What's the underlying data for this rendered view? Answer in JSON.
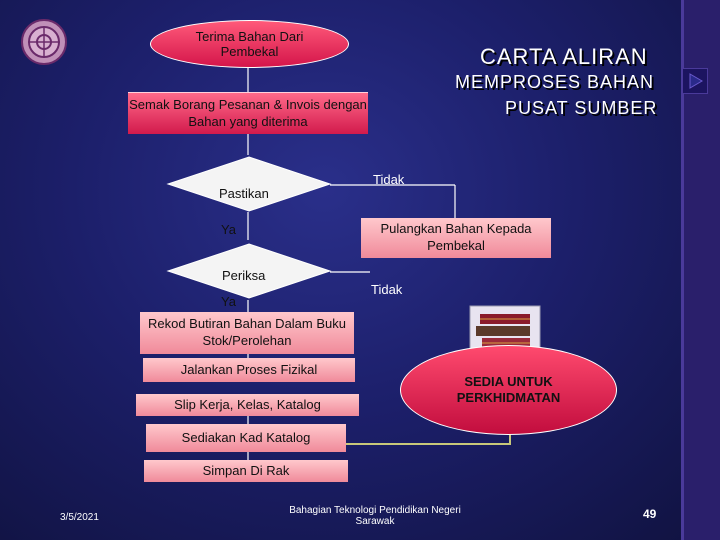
{
  "slide": {
    "title_line1": "CARTA ALIRAN",
    "title_line2": "MEMPROSES BAHAN",
    "title_line3": "PUSAT SUMBER",
    "steps": {
      "terima": "Terima Bahan Dari Pembekal",
      "semak": "Semak Borang Pesanan & Invois dengan Bahan yang diterima",
      "pastikan": "Pastikan",
      "ya1": "Ya",
      "tidak1": "Tidak",
      "pulangkan": "Pulangkan Bahan Kepada Pembekal",
      "periksa": "Periksa",
      "ya2": "Ya",
      "tidak2": "Tidak",
      "rekod": "Rekod Butiran Bahan Dalam Buku Stok/Perolehan",
      "jalankan": "Jalankan Proses Fizikal",
      "slip": "Slip Kerja, Kelas, Katalog",
      "sediakan": "Sediakan Kad Katalog",
      "simpan": "Simpan Di Rak",
      "sedia": "SEDIA UNTUK PERKHIDMATAN"
    },
    "footer": {
      "date": "3/5/2021",
      "org": "Bahagian Teknologi Pendidikan Negeri Sarawak",
      "page": "49"
    }
  }
}
